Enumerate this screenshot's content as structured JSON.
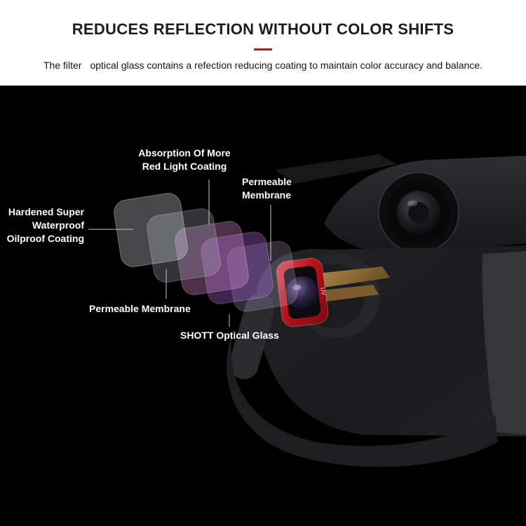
{
  "header": {
    "title": "REDUCES REFLECTION WITHOUT COLOR SHIFTS",
    "subtitle_prefix": "The filter",
    "subtitle_rest": "optical glass contains a refection reducing coating to maintain color accuracy and balance.",
    "accent_color": "#e60012"
  },
  "callouts": {
    "absorption": {
      "line1": "Absorption Of More",
      "line2": "Red Light Coating"
    },
    "permeable_top": {
      "line1": "Permeable",
      "line2": "Membrane"
    },
    "hardened": {
      "line1": "Hardened Super",
      "line2": "Waterproof",
      "line3": "Oilproof Coating"
    },
    "permeable_bottom": {
      "text": "Permeable Membrane"
    },
    "shott": {
      "text": "SHOTT Optical Glass"
    }
  },
  "filter": {
    "frame_label": "UV",
    "frame_color": "#c2171e",
    "layer_colors": {
      "outer_coating": "rgba(235,235,245,0.30)",
      "membrane": "rgba(170,170,190,0.30)",
      "red_light_coating": "rgba(225,140,215,0.34)",
      "inner_membrane": "rgba(150,95,200,0.40)",
      "glass_layer": "rgba(190,170,215,0.25)"
    }
  }
}
